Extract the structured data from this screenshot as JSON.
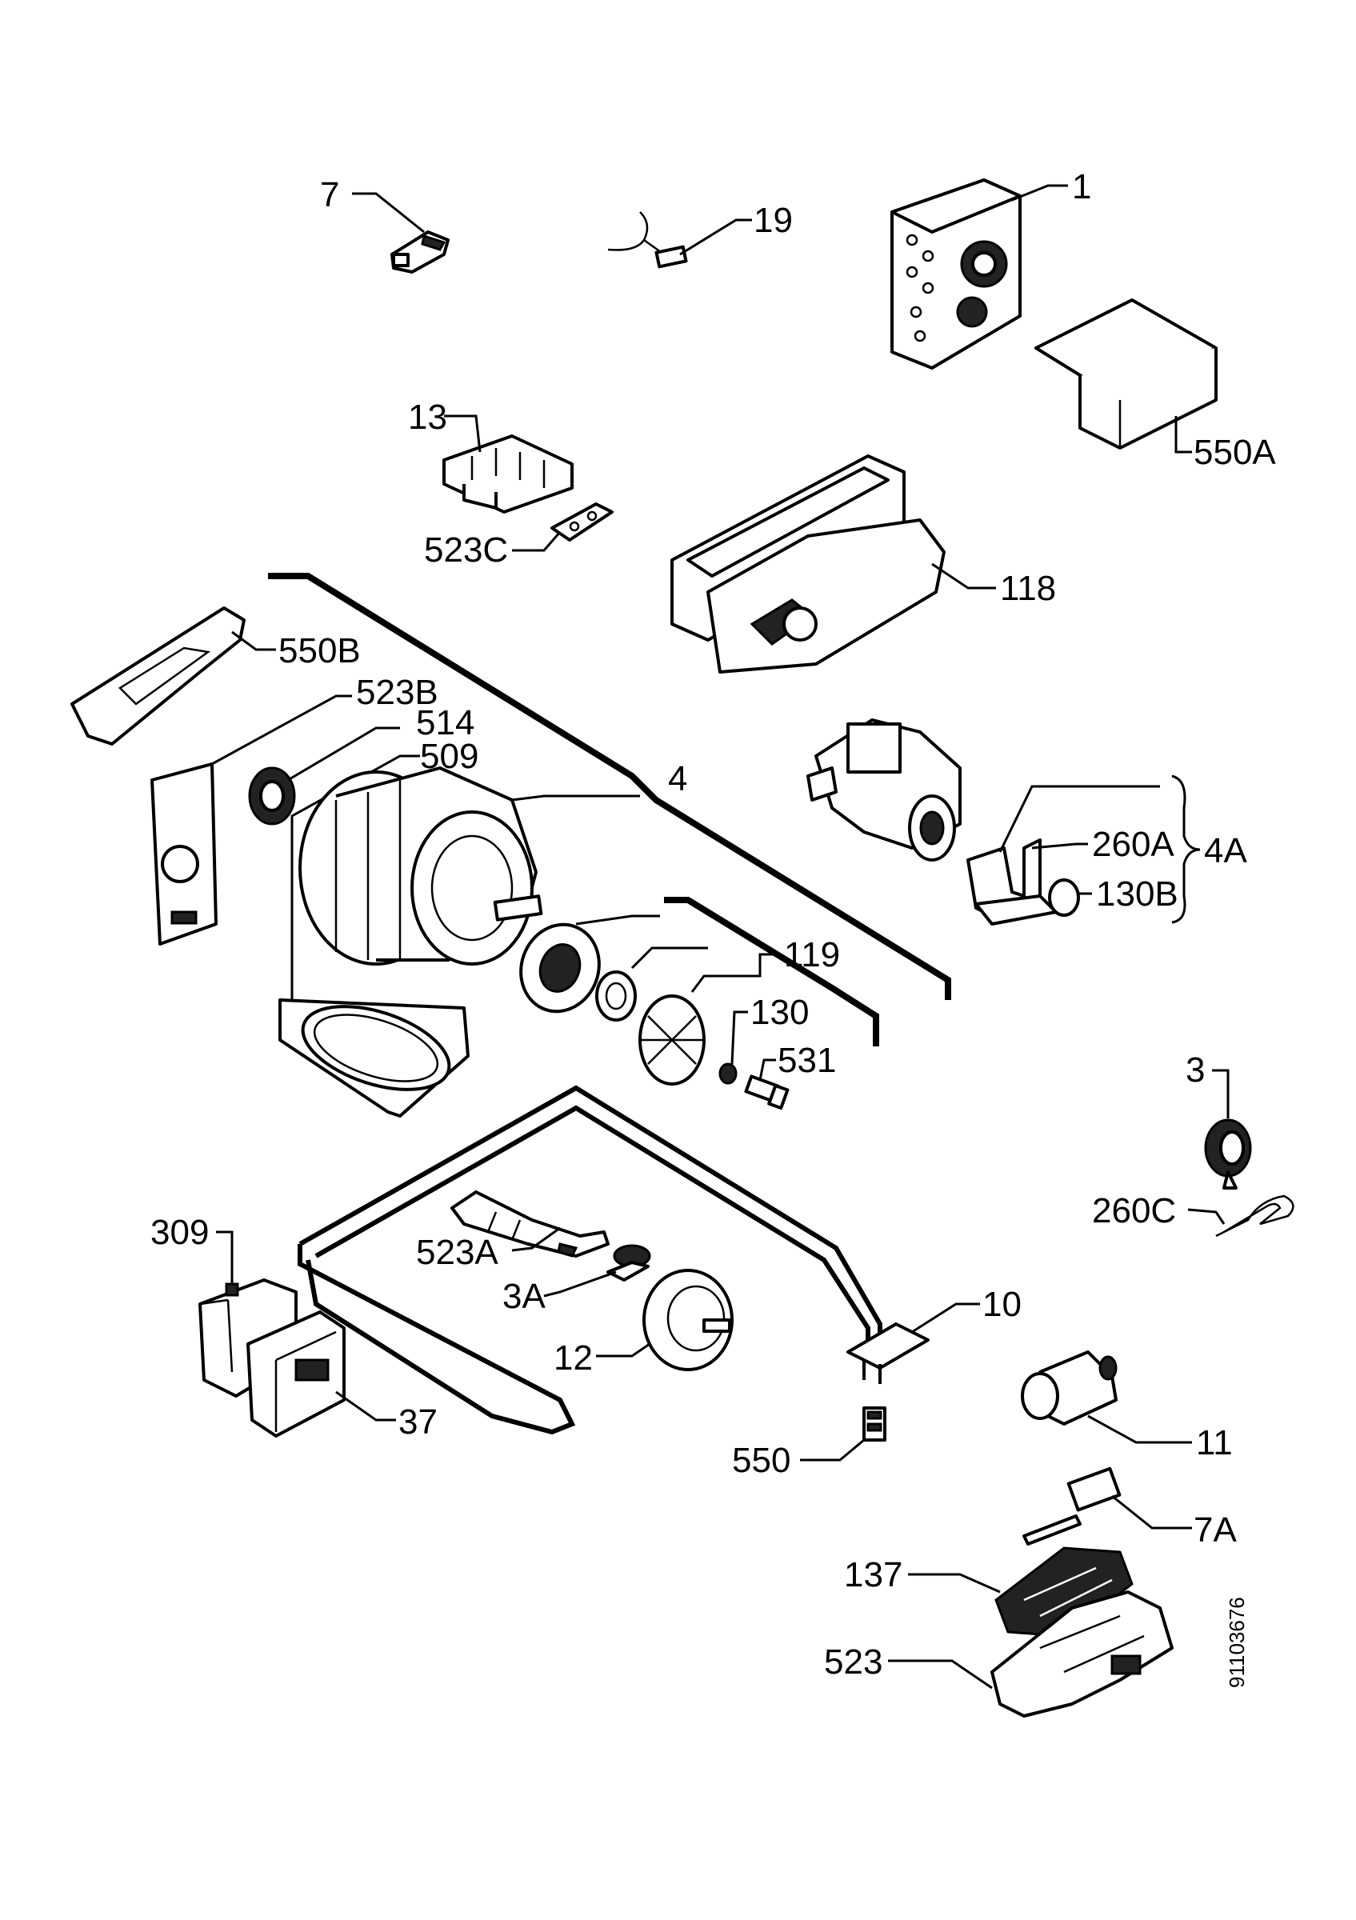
{
  "labels": {
    "p7": "7",
    "p19": "19",
    "p1": "1",
    "p550A": "550A",
    "p13": "13",
    "p523C": "523C",
    "p118": "118",
    "p550B": "550B",
    "p523B": "523B",
    "p514": "514",
    "p509": "509",
    "p4": "4",
    "p260A": "260A",
    "p4A": "4A",
    "p130B": "130B",
    "p119": "119",
    "p130": "130",
    "p531": "531",
    "p3": "3",
    "p260C": "260C",
    "p309": "309",
    "p523A": "523A",
    "p3A": "3A",
    "p10": "10",
    "p12": "12",
    "p37": "37",
    "p550": "550",
    "p11": "11",
    "p7A": "7A",
    "p137": "137",
    "p523": "523"
  },
  "drawing_number": "91103676"
}
